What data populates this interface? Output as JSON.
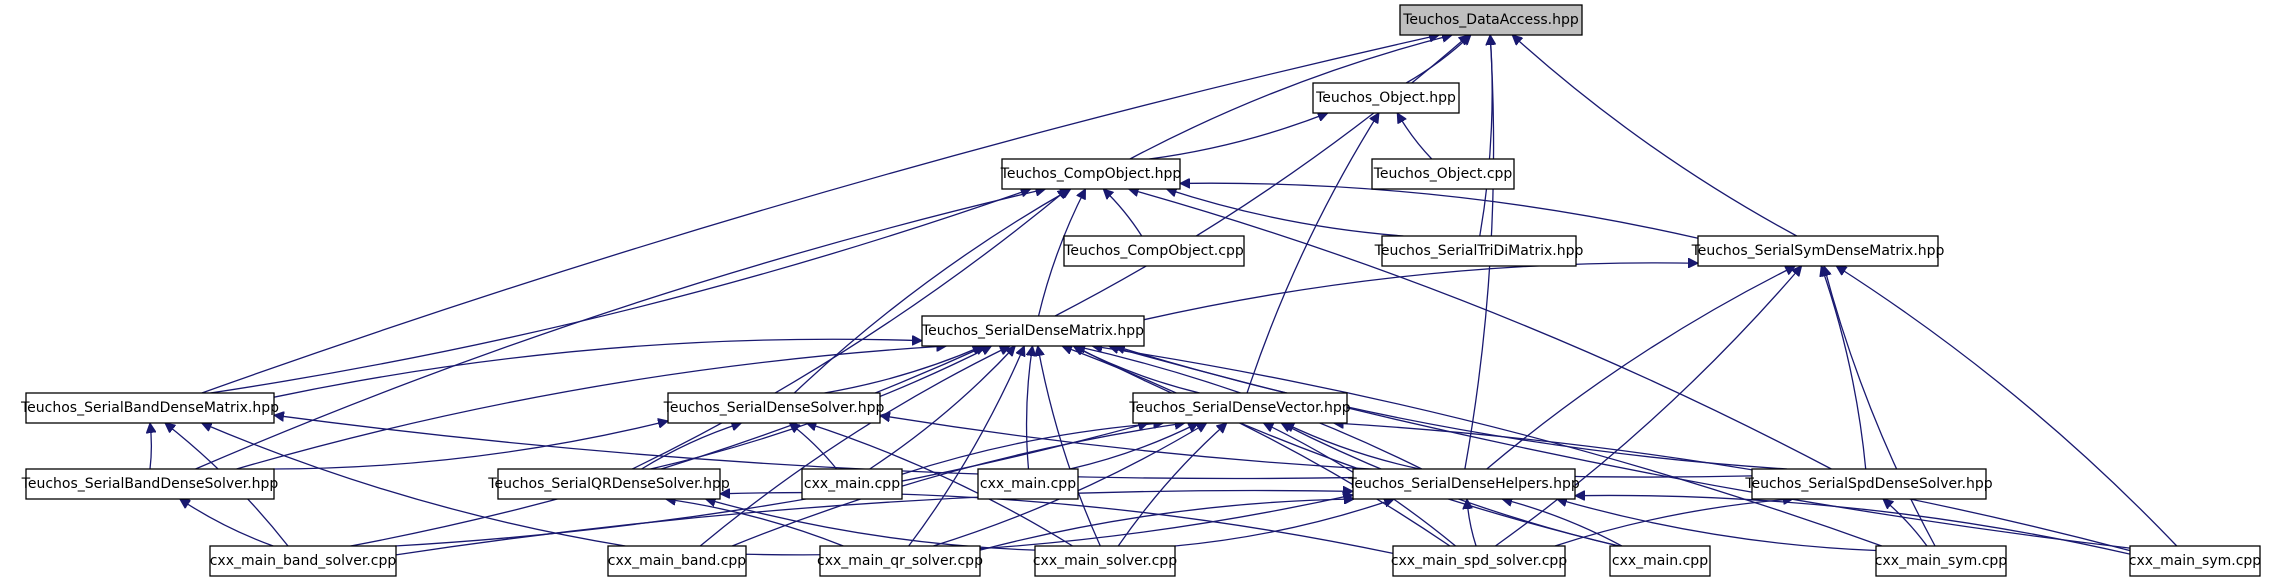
{
  "diagram": {
    "nodes": [
      {
        "id": "da",
        "label": "Teuchos_DataAccess.hpp",
        "root": true
      },
      {
        "id": "obj",
        "label": "Teuchos_Object.hpp"
      },
      {
        "id": "objcpp",
        "label": "Teuchos_Object.cpp"
      },
      {
        "id": "comp",
        "label": "Teuchos_CompObject.hpp"
      },
      {
        "id": "compcpp",
        "label": "Teuchos_CompObject.cpp"
      },
      {
        "id": "tri",
        "label": "Teuchos_SerialTriDiMatrix.hpp"
      },
      {
        "id": "sym",
        "label": "Teuchos_SerialSymDenseMatrix.hpp"
      },
      {
        "id": "sdm",
        "label": "Teuchos_SerialDenseMatrix.hpp"
      },
      {
        "id": "sbdm",
        "label": "Teuchos_SerialBandDenseMatrix.hpp"
      },
      {
        "id": "sds",
        "label": "Teuchos_SerialDenseSolver.hpp"
      },
      {
        "id": "sdv",
        "label": "Teuchos_SerialDenseVector.hpp"
      },
      {
        "id": "sbds",
        "label": "Teuchos_SerialBandDenseSolver.hpp"
      },
      {
        "id": "sqr",
        "label": "Teuchos_SerialQRDenseSolver.hpp"
      },
      {
        "id": "main1",
        "label": "cxx_main.cpp"
      },
      {
        "id": "main2",
        "label": "cxx_main.cpp"
      },
      {
        "id": "sdh",
        "label": "Teuchos_SerialDenseHelpers.hpp"
      },
      {
        "id": "spd",
        "label": "Teuchos_SerialSpdDenseSolver.hpp"
      },
      {
        "id": "mbs",
        "label": "cxx_main_band_solver.cpp"
      },
      {
        "id": "mb",
        "label": "cxx_main_band.cpp"
      },
      {
        "id": "mqr",
        "label": "cxx_main_qr_solver.cpp"
      },
      {
        "id": "ms",
        "label": "cxx_main_solver.cpp"
      },
      {
        "id": "mspd",
        "label": "cxx_main_spd_solver.cpp"
      },
      {
        "id": "main3",
        "label": "cxx_main.cpp"
      },
      {
        "id": "msym1",
        "label": "cxx_main_sym.cpp"
      },
      {
        "id": "msym2",
        "label": "cxx_main_sym.cpp"
      }
    ],
    "edges": [
      [
        "da",
        "obj"
      ],
      [
        "da",
        "comp"
      ],
      [
        "da",
        "tri"
      ],
      [
        "da",
        "sym"
      ],
      [
        "da",
        "sdm"
      ],
      [
        "da",
        "sbdm"
      ],
      [
        "da",
        "sdh"
      ],
      [
        "obj",
        "objcpp"
      ],
      [
        "obj",
        "comp"
      ],
      [
        "obj",
        "sdv"
      ],
      [
        "comp",
        "compcpp"
      ],
      [
        "comp",
        "tri"
      ],
      [
        "comp",
        "sym"
      ],
      [
        "comp",
        "sdm"
      ],
      [
        "comp",
        "sbdm"
      ],
      [
        "comp",
        "sds"
      ],
      [
        "comp",
        "sqr"
      ],
      [
        "comp",
        "sbds"
      ],
      [
        "comp",
        "spd"
      ],
      [
        "sym",
        "sdm"
      ],
      [
        "sym",
        "spd"
      ],
      [
        "sym",
        "sdh"
      ],
      [
        "sym",
        "mspd"
      ],
      [
        "sym",
        "msym1"
      ],
      [
        "sym",
        "msym2"
      ],
      [
        "sdm",
        "sbdm"
      ],
      [
        "sdm",
        "sds"
      ],
      [
        "sdm",
        "sdv"
      ],
      [
        "sdm",
        "sqr"
      ],
      [
        "sdm",
        "sbds"
      ],
      [
        "sdm",
        "main1"
      ],
      [
        "sdm",
        "main2"
      ],
      [
        "sdm",
        "sdh"
      ],
      [
        "sdm",
        "spd"
      ],
      [
        "sdm",
        "mbs"
      ],
      [
        "sdm",
        "mb"
      ],
      [
        "sdm",
        "mqr"
      ],
      [
        "sdm",
        "ms"
      ],
      [
        "sdm",
        "mspd"
      ],
      [
        "sdm",
        "main3"
      ],
      [
        "sdm",
        "msym1"
      ],
      [
        "sdm",
        "msym2"
      ],
      [
        "sbdm",
        "sbds"
      ],
      [
        "sbdm",
        "sdh"
      ],
      [
        "sbdm",
        "mbs"
      ],
      [
        "sbdm",
        "mb"
      ],
      [
        "sds",
        "sbds"
      ],
      [
        "sds",
        "sqr"
      ],
      [
        "sds",
        "main1"
      ],
      [
        "sds",
        "spd"
      ],
      [
        "sds",
        "ms"
      ],
      [
        "sdv",
        "main1"
      ],
      [
        "sdv",
        "main2"
      ],
      [
        "sdv",
        "sdh"
      ],
      [
        "sdv",
        "mbs"
      ],
      [
        "sdv",
        "mb"
      ],
      [
        "sdv",
        "mqr"
      ],
      [
        "sdv",
        "ms"
      ],
      [
        "sdv",
        "mspd"
      ],
      [
        "sdv",
        "main3"
      ],
      [
        "sdv",
        "msym2"
      ],
      [
        "sbds",
        "mbs"
      ],
      [
        "sqr",
        "mqr"
      ],
      [
        "sqr",
        "ms"
      ],
      [
        "sqr",
        "mspd"
      ],
      [
        "sdh",
        "mbs"
      ],
      [
        "sdh",
        "mb"
      ],
      [
        "sdh",
        "mqr"
      ],
      [
        "sdh",
        "ms"
      ],
      [
        "sdh",
        "mspd"
      ],
      [
        "sdh",
        "main3"
      ],
      [
        "sdh",
        "msym1"
      ],
      [
        "sdh",
        "msym2"
      ],
      [
        "spd",
        "mspd"
      ],
      [
        "spd",
        "msym1"
      ]
    ]
  }
}
